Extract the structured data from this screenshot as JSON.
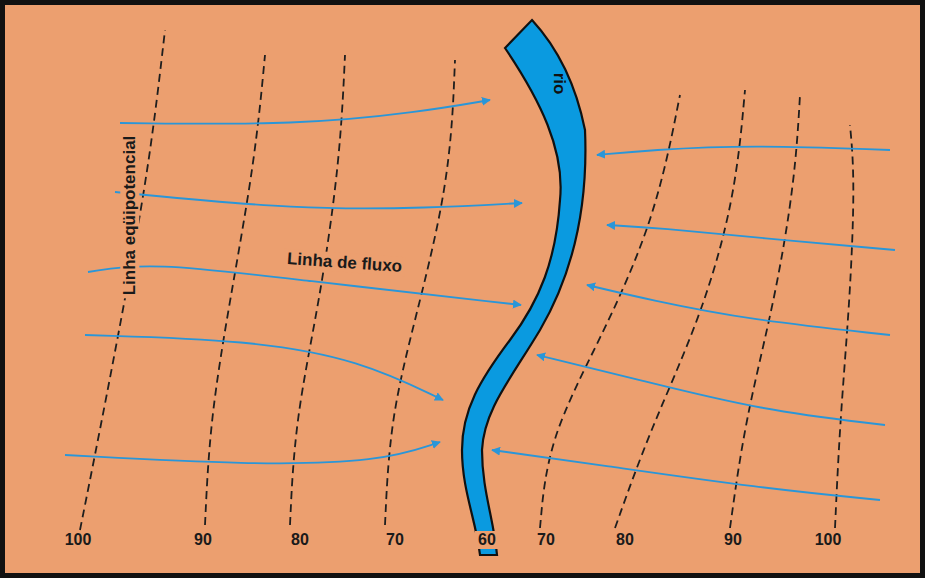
{
  "diagram": {
    "nodes": [
      {
        "text": [
          "rio"
        ]
      }
    ],
    "labels": [
      "Linha eqüipotencial",
      "Linha de fluxo",
      "100",
      "90",
      "80",
      "70",
      "60",
      "70",
      "80",
      "90",
      "100"
    ]
  }
}
